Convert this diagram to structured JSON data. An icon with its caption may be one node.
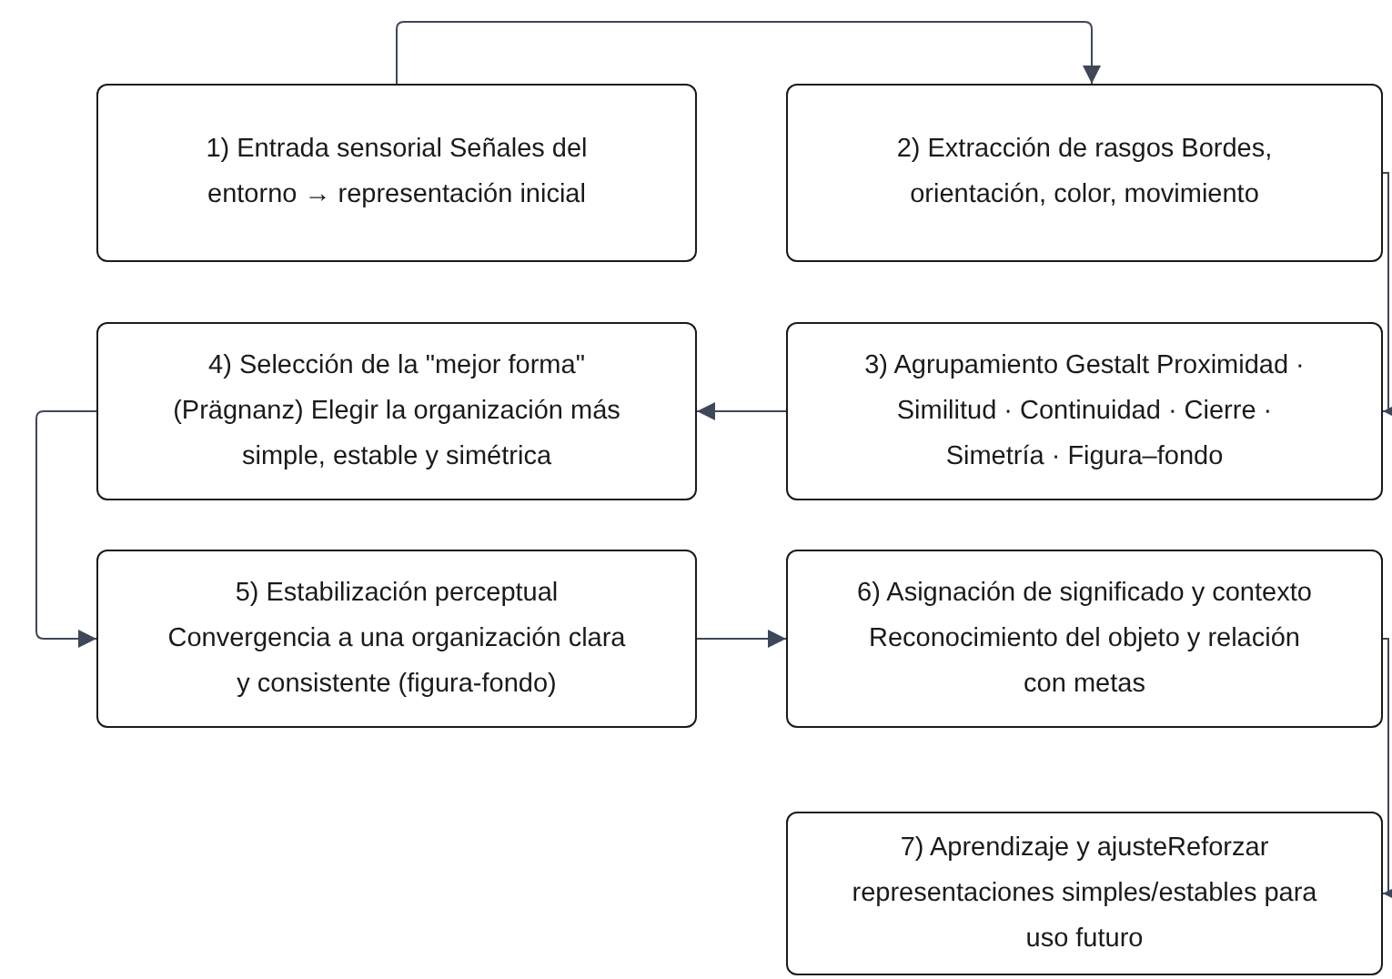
{
  "diagram": {
    "nodes": [
      {
        "text": [
          "1) Entrada sensorial Señales del entorno → representación inicial"
        ]
      },
      {
        "text": [
          "2) Extracción de rasgos Bordes, orientación, color, movimiento"
        ]
      },
      {
        "text": [
          "4) Selección de la \"mejor forma\" (Prägnanz) Elegir la organización más simple, estable y simétrica"
        ]
      },
      {
        "text": [
          "3) Agrupamiento Gestalt Proximidad · Similitud · Continuidad · Cierre · Simetría · Figura–fondo"
        ]
      },
      {
        "text": [
          "5) Estabilización perceptual Convergencia a una organización clara y consistente (figura-fondo)"
        ]
      },
      {
        "text": [
          "6) Asignación de significado y contexto Reconocimiento del objeto y relación con metas"
        ]
      },
      {
        "text": [
          "7) Aprendizaje y ajusteReforzar representaciones simples/estables para uso futuro"
        ]
      }
    ],
    "edges": [
      {
        "from": 0,
        "to": 1,
        "arrow": "to"
      },
      {
        "from": 1,
        "to": 3,
        "arrow": "to"
      },
      {
        "from": 3,
        "to": 2,
        "arrow": "to"
      },
      {
        "from": 2,
        "to": 4,
        "arrow": "to"
      },
      {
        "from": 4,
        "to": 5,
        "arrow": "to"
      },
      {
        "from": 5,
        "to": 6,
        "arrow": "to"
      }
    ]
  }
}
